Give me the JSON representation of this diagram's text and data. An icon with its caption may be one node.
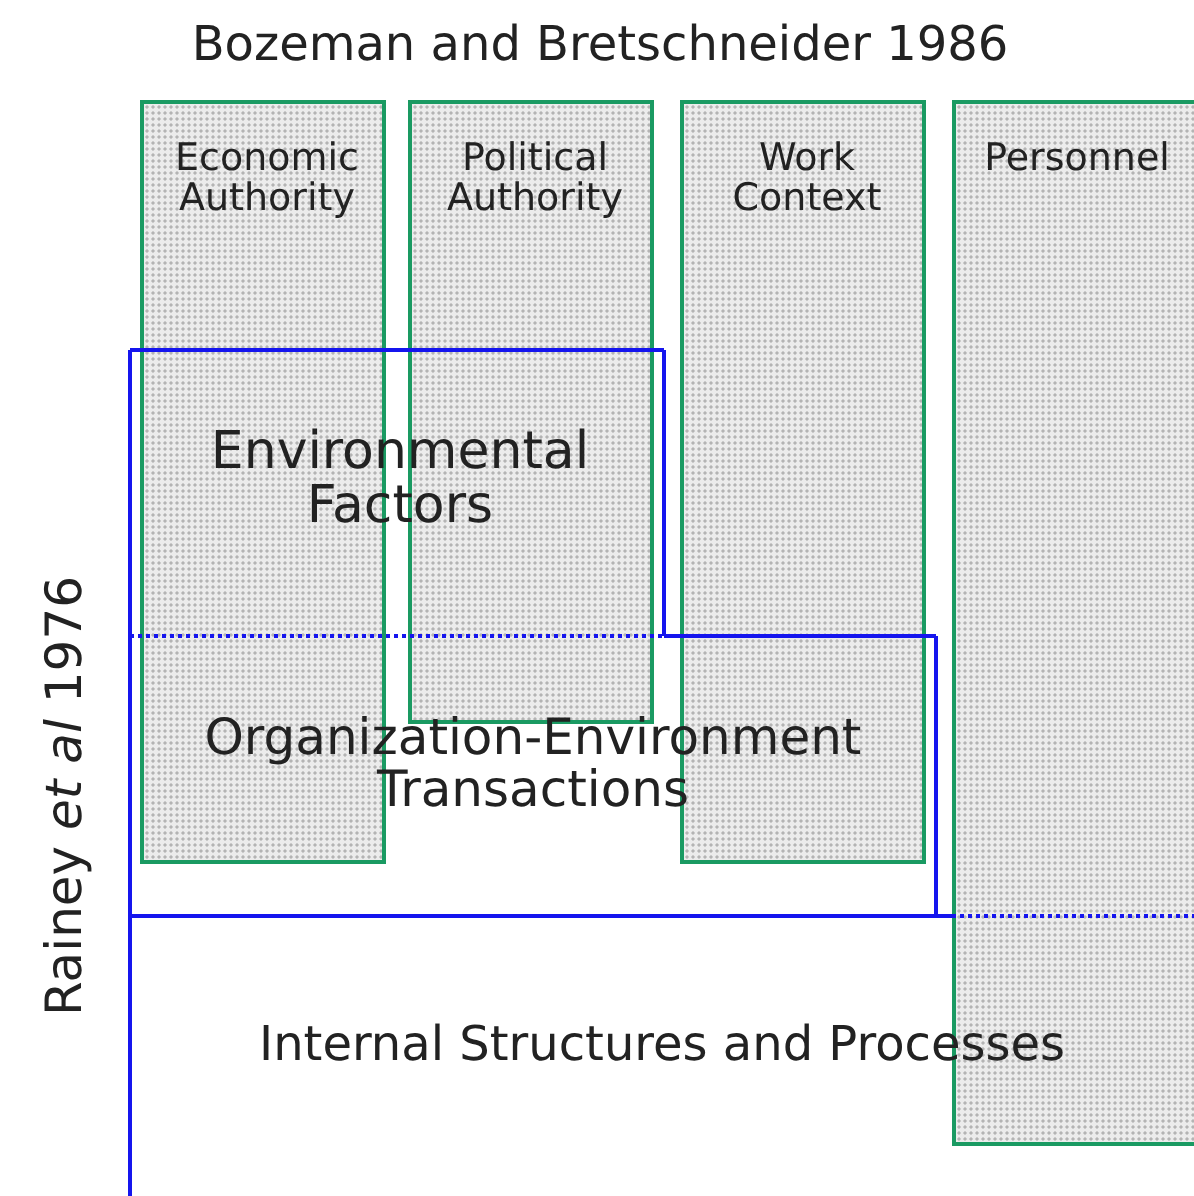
{
  "diagram": {
    "nodes": [
      {
        "text": [
          "Economic Authority"
        ]
      },
      {
        "text": [
          "Political Authority"
        ]
      },
      {
        "text": [
          "Work Context"
        ]
      },
      {
        "text": [
          "Personnel"
        ]
      },
      {
        "text": [
          "Environmental Factors"
        ]
      },
      {
        "text": [
          "Organization-Environment Transactions"
        ]
      },
      {
        "text": [
          "Internal Structures and Processes"
        ]
      }
    ],
    "labels": [
      "Bozeman and Bretschneider 1986",
      "Rainey *et al* 1976"
    ]
  }
}
